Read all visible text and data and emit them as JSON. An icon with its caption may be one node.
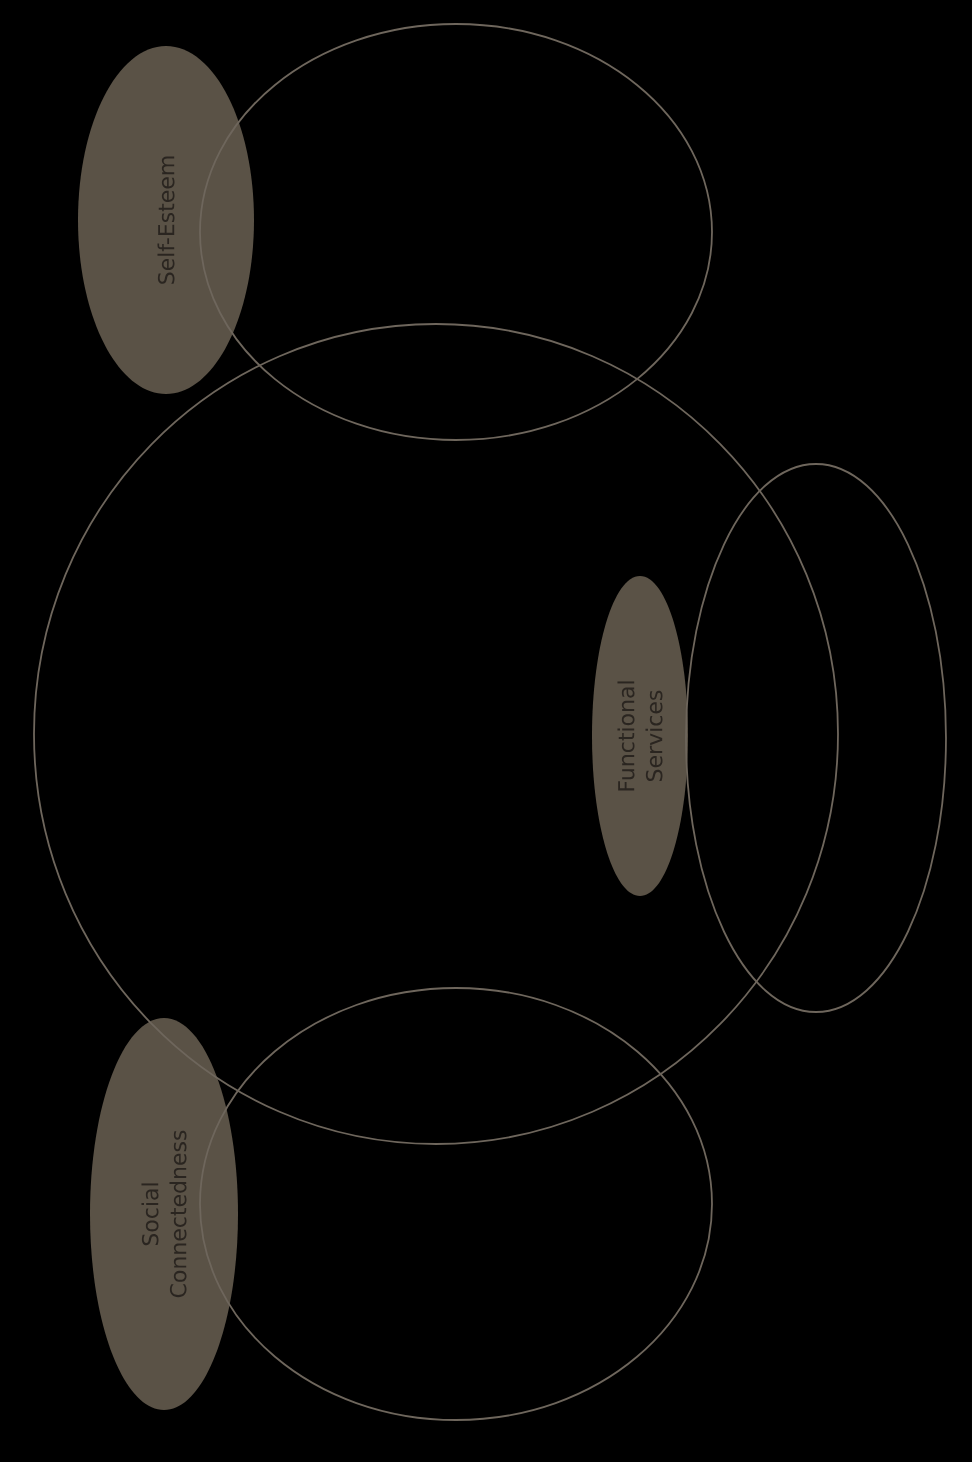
{
  "diagram": {
    "nodes": [
      {
        "text": [
          "Self-Esteem"
        ]
      },
      {
        "text": [],
        "shape": "circle"
      },
      {
        "text": [],
        "shape": "circle"
      },
      {
        "text": [
          "Functional Services"
        ],
        "in": 2
      },
      {
        "text": [],
        "shape": "circle"
      },
      {
        "text": [
          "Social Connectedness"
        ]
      },
      {
        "text": [],
        "shape": "circle"
      }
    ]
  }
}
